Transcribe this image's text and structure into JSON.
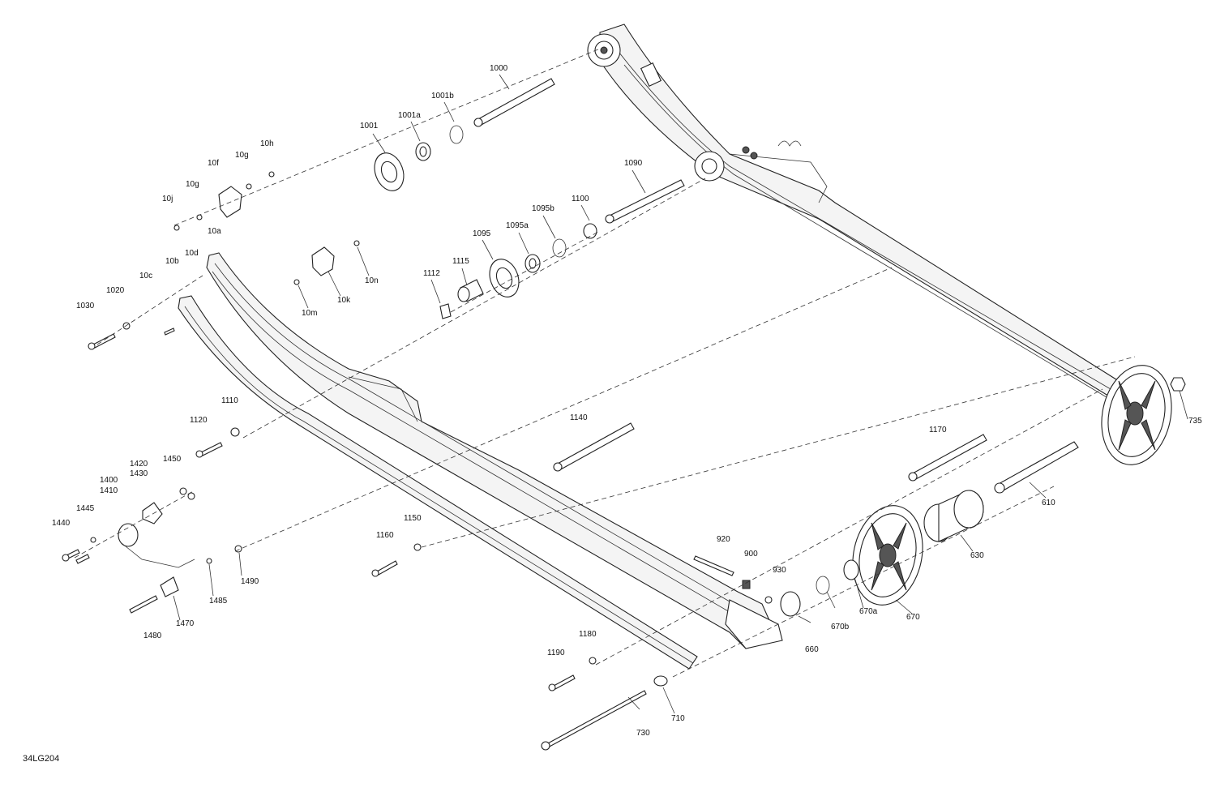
{
  "diagram_code": "34LG204",
  "labels": [
    {
      "id": "1000",
      "text": "1000"
    },
    {
      "id": "1001b",
      "text": "1001b"
    },
    {
      "id": "1001a",
      "text": "1001a"
    },
    {
      "id": "1001",
      "text": "1001"
    },
    {
      "id": "10h",
      "text": "10h"
    },
    {
      "id": "10g_a",
      "text": "10g"
    },
    {
      "id": "10f",
      "text": "10f"
    },
    {
      "id": "10g_b",
      "text": "10g"
    },
    {
      "id": "10j",
      "text": "10j"
    },
    {
      "id": "1090",
      "text": "1090"
    },
    {
      "id": "1095b",
      "text": "1095b"
    },
    {
      "id": "1100",
      "text": "1100"
    },
    {
      "id": "1095a",
      "text": "1095a"
    },
    {
      "id": "1095",
      "text": "1095"
    },
    {
      "id": "10a",
      "text": "10a"
    },
    {
      "id": "10d",
      "text": "10d"
    },
    {
      "id": "10b",
      "text": "10b"
    },
    {
      "id": "1115",
      "text": "1115"
    },
    {
      "id": "1112",
      "text": "1112"
    },
    {
      "id": "10n",
      "text": "10n"
    },
    {
      "id": "10k",
      "text": "10k"
    },
    {
      "id": "10m",
      "text": "10m"
    },
    {
      "id": "10c",
      "text": "10c"
    },
    {
      "id": "1020",
      "text": "1020"
    },
    {
      "id": "1030",
      "text": "1030"
    },
    {
      "id": "735",
      "text": "735"
    },
    {
      "id": "1110",
      "text": "1110"
    },
    {
      "id": "1120",
      "text": "1120"
    },
    {
      "id": "1140",
      "text": "1140"
    },
    {
      "id": "1170",
      "text": "1170"
    },
    {
      "id": "1420",
      "text": "1420"
    },
    {
      "id": "1430",
      "text": "1430"
    },
    {
      "id": "1450",
      "text": "1450"
    },
    {
      "id": "1400",
      "text": "1400"
    },
    {
      "id": "1410",
      "text": "1410"
    },
    {
      "id": "610",
      "text": "610"
    },
    {
      "id": "1445",
      "text": "1445"
    },
    {
      "id": "1440",
      "text": "1440"
    },
    {
      "id": "1150",
      "text": "1150"
    },
    {
      "id": "630",
      "text": "630"
    },
    {
      "id": "1160",
      "text": "1160"
    },
    {
      "id": "920",
      "text": "920"
    },
    {
      "id": "900",
      "text": "900"
    },
    {
      "id": "930",
      "text": "930"
    },
    {
      "id": "1490",
      "text": "1490"
    },
    {
      "id": "1485",
      "text": "1485"
    },
    {
      "id": "670a",
      "text": "670a"
    },
    {
      "id": "670b",
      "text": "670b"
    },
    {
      "id": "1470",
      "text": "1470"
    },
    {
      "id": "670",
      "text": "670"
    },
    {
      "id": "660",
      "text": "660"
    },
    {
      "id": "1480",
      "text": "1480"
    },
    {
      "id": "1180",
      "text": "1180"
    },
    {
      "id": "1190",
      "text": "1190"
    },
    {
      "id": "710",
      "text": "710"
    },
    {
      "id": "730",
      "text": "730"
    }
  ]
}
